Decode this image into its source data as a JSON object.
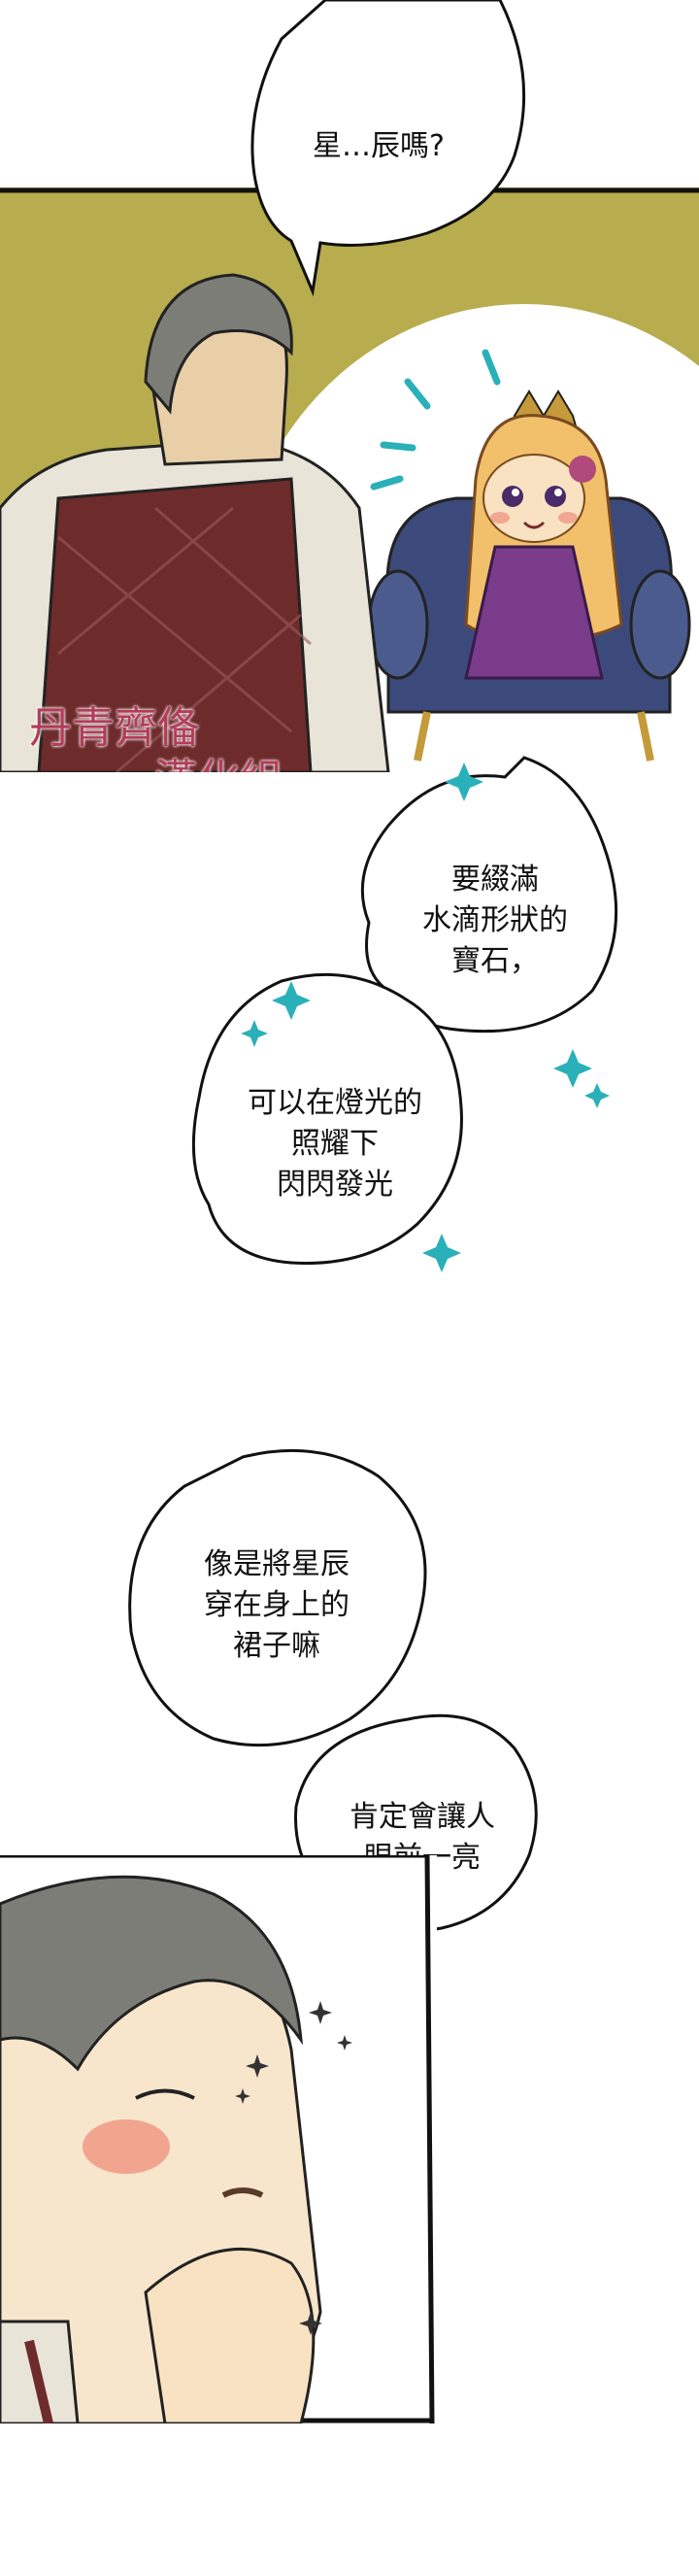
{
  "colors": {
    "panel1_bg": "#b7ac4e",
    "border": "#111111",
    "sparkle": "#2ab0b8",
    "dress": "#7a3c8a",
    "chair": "#3b4a7a",
    "hair_blonde": "#f2c06a",
    "hair_gray": "#7d7d78",
    "vest": "#6e2b2b",
    "skin": "#f8e2c2",
    "blush": "#ef8f7a"
  },
  "watermark": {
    "line1": "丹青齊俻",
    "line2": "漢化組"
  },
  "dialogue": {
    "b1": "星…辰嗎?",
    "b2": "要綴滿\n水滴形狀的\n寶石，",
    "b3": "可以在燈光的\n照耀下\n閃閃發光",
    "b4": "像是將星辰\n穿在身上的\n裙子嘛",
    "b5": "肯定會讓人\n眼前一亮"
  }
}
